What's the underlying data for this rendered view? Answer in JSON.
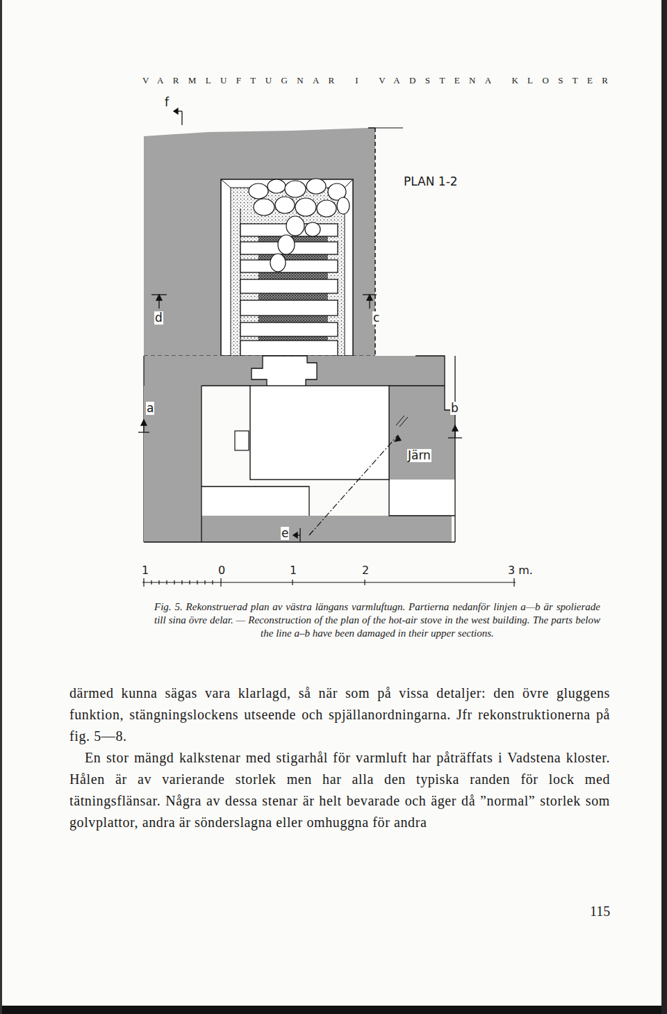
{
  "diagram": {
    "title": "VARMLUFTUGNAR I VADSTENA KLOSTER",
    "caption": "Fig. 5. Rekonstruerad plan av västra längans varmluftugn. Partierna nedanför linjen a—b är spolierade till sina övre delar. — Reconstruction of the plan of the hot-air stove in the west building. The parts below the line a–b have been damaged in their upper sections.",
    "labels": [
      "f",
      "PLAN 1-2",
      "d",
      "c",
      "a",
      "b",
      "Järn",
      "e",
      "1",
      "0",
      "1",
      "2",
      "3 m.",
      "därmed kunna sägas vara klarlagd, så när som på vissa detaljer: den övre gluggens funktion, stängningslockens utseende och spjällanordningarna. Jfr rekonstruktionerna på fig. 5—8.",
      "En stor mängd kalkstenar med stigarhål för varmluft har påträffats i Vadstena kloster. Hålen är av varierande storlek men har alla den typiska randen för lock med tätningsflänsar. Några av dessa stenar är helt bevarade och äger då ”normal” storlek som golvplattor, andra är sönderslagna eller omhuggna för andra",
      "115"
    ]
  }
}
